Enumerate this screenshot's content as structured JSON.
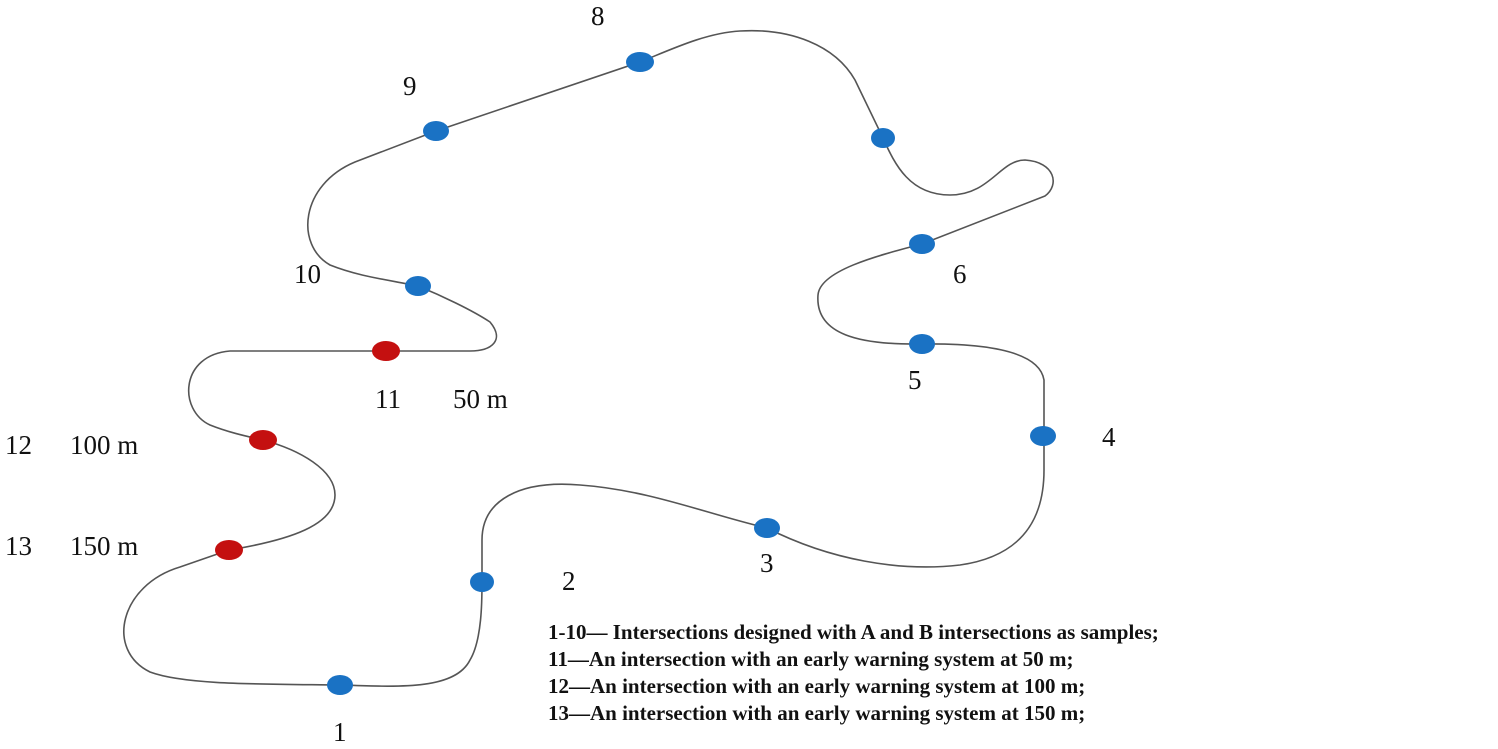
{
  "diagram": {
    "route_color": "#555555",
    "colors": {
      "sample": "#1a72c4",
      "warning": "#c41010"
    },
    "nodes": [
      {
        "id": "1",
        "label": "1",
        "kind": "sample"
      },
      {
        "id": "2",
        "label": "2",
        "kind": "sample"
      },
      {
        "id": "3",
        "label": "3",
        "kind": "sample"
      },
      {
        "id": "4",
        "label": "4",
        "kind": "sample"
      },
      {
        "id": "5",
        "label": "5",
        "kind": "sample"
      },
      {
        "id": "6",
        "label": "6",
        "kind": "sample"
      },
      {
        "id": "7",
        "label": "",
        "kind": "sample"
      },
      {
        "id": "8",
        "label": "8",
        "kind": "sample"
      },
      {
        "id": "9",
        "label": "9",
        "kind": "sample"
      },
      {
        "id": "10",
        "label": "10",
        "kind": "sample"
      },
      {
        "id": "11",
        "label": "11",
        "distance": "50 m",
        "kind": "warning"
      },
      {
        "id": "12",
        "label": "12",
        "distance": "100 m",
        "kind": "warning"
      },
      {
        "id": "13",
        "label": "13",
        "distance": "150 m",
        "kind": "warning"
      }
    ],
    "legend": [
      "1-10— Intersections designed with A and B intersections as samples;",
      "11—An intersection with an early warning system at 50 m;",
      "12—An intersection with an early warning system at 100 m;",
      "13—An intersection with an early warning system at 150 m;"
    ]
  }
}
